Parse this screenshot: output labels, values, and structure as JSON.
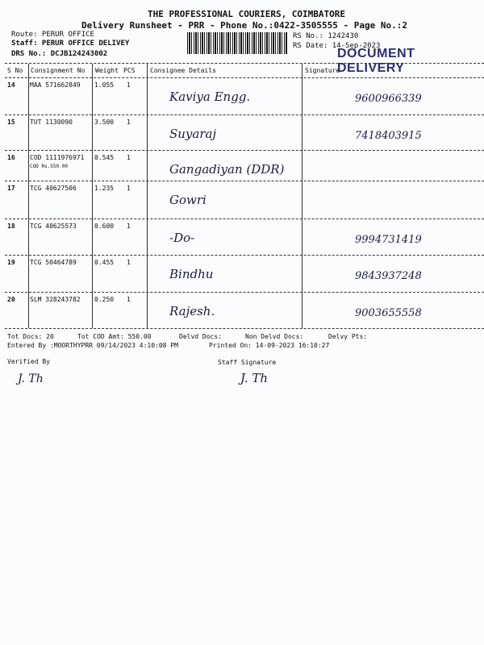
{
  "header": {
    "company": "THE PROFESSIONAL COURIERS, COIMBATORE",
    "subtitle": "Delivery Runsheet - PRR - Phone No.:0422-3505555 - Page No.:2",
    "route": "Route: PERUR OFFICE",
    "staff": "Staff: PERUR OFFICE DELIVEY",
    "drs": "DRS No.: DCJB124243002",
    "rs_no": "RS No.: 1242430",
    "rs_date": "RS Date: 14-Sep-2023",
    "stamp": "DOCUMENT DELIVERY"
  },
  "columns": [
    "S No",
    "Consignment No",
    "Weight",
    "PCS",
    "Consignee Details",
    "Signature"
  ],
  "rows": [
    {
      "sno": "14",
      "cons": "MAA 571662849",
      "weight": "1.055",
      "pcs": "1",
      "note": "",
      "consignee": "Kaviya Engg.",
      "signature": "9600966339"
    },
    {
      "sno": "15",
      "cons": "TUT 1130090",
      "weight": "3.500",
      "pcs": "1",
      "note": "",
      "consignee": "Suyaraj",
      "signature": "7418403915"
    },
    {
      "sno": "16",
      "cons": "COD 1111976971",
      "weight": "0.545",
      "pcs": "1",
      "note": "COD Rs.550.00",
      "consignee": "Gangadiyan (DDR)",
      "signature": ""
    },
    {
      "sno": "17",
      "cons": "TCG 40627506",
      "weight": "1.235",
      "pcs": "1",
      "note": "",
      "consignee": "Gowri",
      "signature": ""
    },
    {
      "sno": "18",
      "cons": "TCG 40625573",
      "weight": "0.600",
      "pcs": "1",
      "note": "",
      "consignee": "-Do-",
      "signature": "9994731419"
    },
    {
      "sno": "19",
      "cons": "TCG 50464789",
      "weight": "0.455",
      "pcs": "1",
      "note": "",
      "consignee": "Bindhu",
      "signature": "9843937248"
    },
    {
      "sno": "20",
      "cons": "SLM 328243782",
      "weight": "0.250",
      "pcs": "1",
      "note": "",
      "consignee": "Rajesh.",
      "signature": "9003655558"
    }
  ],
  "footer": {
    "tot_docs": "Tot Docs:  20",
    "tot_cod": "Tot COD Amt:  550.00",
    "delvd": "Delvd Docs:",
    "non_delvd": "Non Delvd Docs:",
    "delvy_pts": "Delvy Pts:",
    "entered": "Entered By :MOORTHYPRR 09/14/2023 4:10:08 PM",
    "printed": "Printed On: 14-09-2023 16:10:27",
    "verified": "Verified By",
    "staff_sig": "Staff Signature",
    "initials": "J. Th"
  }
}
